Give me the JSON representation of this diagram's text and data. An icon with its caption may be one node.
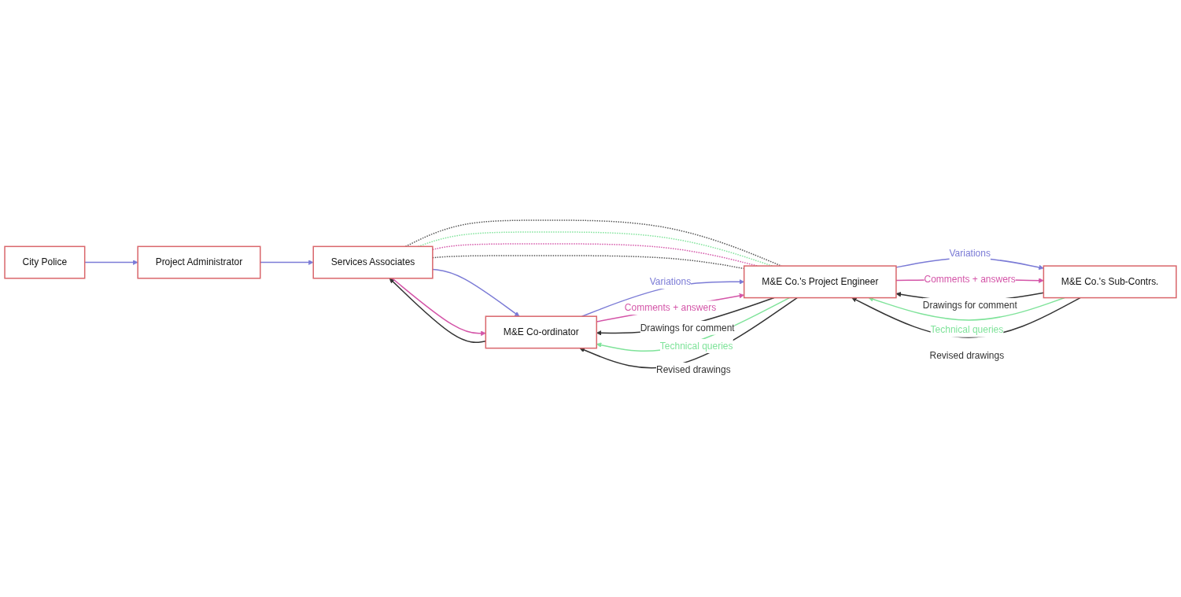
{
  "diagram": {
    "nodes": [
      {
        "text": [
          "City Police"
        ]
      },
      {
        "text": [
          "Project Administrator"
        ]
      },
      {
        "text": [
          "Services Associates"
        ]
      },
      {
        "text": [
          "M&E Co-ordinator"
        ]
      },
      {
        "text": [
          "M&E Co.'s Project Engineer"
        ]
      },
      {
        "text": [
          "M&E Co.'s Sub-Contrs."
        ]
      }
    ],
    "edges": [
      {
        "from": 0,
        "to": 1,
        "arrow": "to",
        "color": "#7b7bd6"
      },
      {
        "from": 1,
        "to": 2,
        "arrow": "to",
        "color": "#7b7bd6"
      },
      {
        "from": 3,
        "to": 2,
        "arrow": "to",
        "color": "#333333"
      },
      {
        "from": 2,
        "to": 3,
        "arrow": "to",
        "color": "#7b7bd6"
      },
      {
        "from": 2,
        "to": 3,
        "arrow": "to",
        "color": "#d455a8"
      },
      {
        "from": 2,
        "to": 4,
        "arrow": "none",
        "style": "dashed",
        "color": "#555555"
      },
      {
        "from": 2,
        "to": 4,
        "arrow": "none",
        "style": "dashed",
        "color": "#7fe39a"
      },
      {
        "from": 2,
        "to": 4,
        "arrow": "none",
        "style": "dashed",
        "color": "#d455a8"
      },
      {
        "from": 2,
        "to": 4,
        "arrow": "none",
        "style": "dashed",
        "color": "#555555"
      },
      {
        "from": 3,
        "to": 4,
        "arrow": "to",
        "label": "Variations",
        "color": "#7b7bd6"
      },
      {
        "from": 4,
        "to": 3,
        "arrow": "to",
        "label": "Drawings for comment",
        "color": "#333333"
      },
      {
        "from": 4,
        "to": 3,
        "arrow": "to",
        "label": "Technical queries",
        "color": "#7fe39a"
      },
      {
        "from": 3,
        "to": 4,
        "arrow": "to",
        "label": "Comments + answers",
        "color": "#d455a8"
      },
      {
        "from": 4,
        "to": 3,
        "arrow": "to",
        "label": "Revised drawings",
        "color": "#333333"
      },
      {
        "from": 4,
        "to": 5,
        "arrow": "to",
        "label": "Variations",
        "color": "#7b7bd6"
      },
      {
        "from": 5,
        "to": 4,
        "arrow": "to",
        "label": "Drawings for comment",
        "color": "#333333"
      },
      {
        "from": 5,
        "to": 4,
        "arrow": "to",
        "label": "Technical queries",
        "color": "#7fe39a"
      },
      {
        "from": 4,
        "to": 5,
        "arrow": "to",
        "label": "Comments + answers",
        "color": "#d455a8"
      },
      {
        "from": 5,
        "to": 4,
        "arrow": "to",
        "label": "Revised drawings",
        "color": "#333333"
      }
    ]
  }
}
